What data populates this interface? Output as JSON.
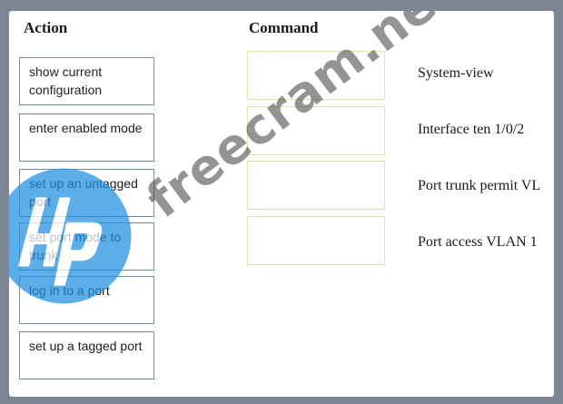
{
  "headings": {
    "action": "Action",
    "command": "Command"
  },
  "actions": [
    "show current configuration",
    "enter enabled mode",
    "set up an untagged port",
    "set port mode to trunk",
    "log in to a port",
    "set up a tagged port"
  ],
  "commands": [
    "System-view",
    "Interface ten 1/0/2",
    "Port trunk permit VL",
    "Port access VLAN 1"
  ],
  "watermark": {
    "text": "freecram.net"
  },
  "logo": {
    "icon": "hp-logo",
    "color": "#1f8ee0"
  }
}
